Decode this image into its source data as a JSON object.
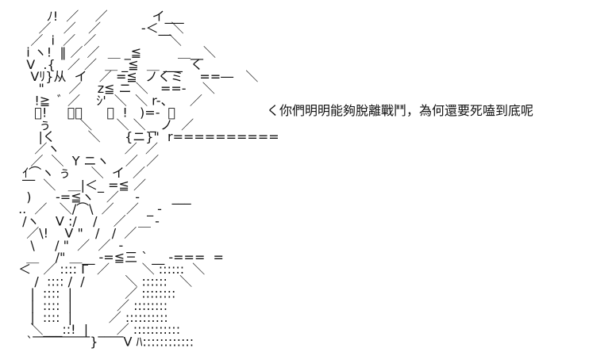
{
  "dialogue": {
    "text": "く你們明明能夠脫離戰鬥，為何還要死嗑到底呢"
  },
  "ascii_art": {
    "lines": [
      "        ﾉ!  ／    ／           イ___",
      "      ／   ／   ／          ‐＜__＼",
      "    ／  i  ／  ／                  ＼",
      "   i ヽ!  ‖ ／ ／  ＿ _≦         ＿__＼",
      "   V  .{   ／ ／  ＿ _≦  ＿ ___  く",
      "    Vﾘ}从  イ   ／ =≦  ノくミ    ==―   ＼",
      "      \"      ／    z≦ ニ ＼   ==-    ＼",
      "     !≧  ﾞ ／    ｼ'  ＼  ＼ r-、    ／",
      "     ﾞ!     ＼＼      ＼  !   )=-  ／",
      "      ぅ       ＼      ＼ ＼ _ ノ  ／",
      "      |く        ＼      {ニ}\"  r==========",
      "     ／ヽ                ／  ／",
      "    ／  ＼  Y ニヽ    ／  ／",
      "  ｲ⌒ヽ ぅ     ＼  イ  ／",
      "  ‾‾  ＼   ＿|＜_ =≦ ／",
      "   )      -=≦ヽ   ／    ‐        ___",
      " ..  ／   ＼/⌒\\  ／   ／  _ ‐",
      "  /ヽ    V :/    /    ／   ＿ ‐",
      "   ／\\!    V \"   /   /  ／",
      "    \\     / \"  ／  ／  ‐",
      "   ＿    /\" ＿__ -=≦三 ` __ -===  =",
      " ＜   ／ :::: Г  ／        ＼ ::::::  ＼",
      "     /  :::: /  /          ＼ ::::::   ＼",
      "    |  ::::  |             ／ ::::::::",
      "    |  ::::  |           ／ ::::::::",
      "    |  ::::  |         ／ ::::::::::",
      "    ＼___::!  |       ／ :::::::::::",
      "   `‾‾‾‾‾‾‾‾‾}‾‾‾‾V ﾊ::::::::::::"
    ]
  },
  "colors": {
    "background": "#ffffff",
    "ink": "#111111"
  }
}
